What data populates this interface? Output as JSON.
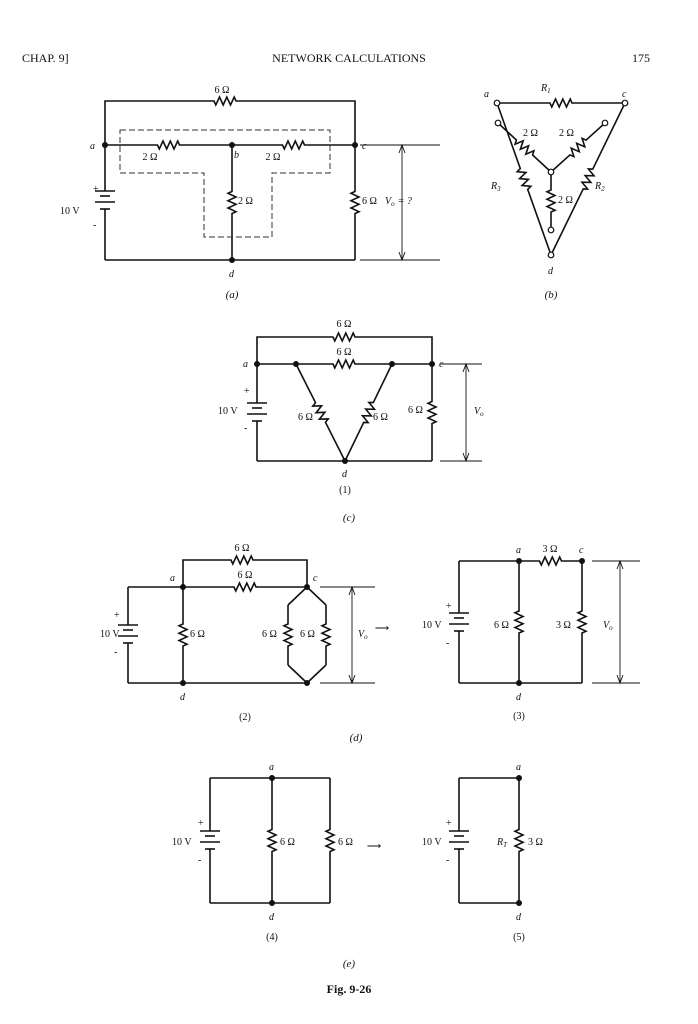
{
  "header": {
    "chapter": "CHAP. 9]",
    "title": "NETWORK CALCULATIONS",
    "page": "175"
  },
  "fig_a": {
    "r_top": "6 Ω",
    "r_ab": "2 Ω",
    "r_bc": "2 Ω",
    "r_bd": "2 Ω",
    "r_cd": "6 Ω",
    "source": "10 V",
    "plus": "+",
    "minus": "-",
    "vo": "V",
    "vo_sub": "o",
    "vo_eq": "= ?",
    "node_a": "a",
    "node_b": "b",
    "node_c": "c",
    "node_d": "d",
    "caption": "(a)"
  },
  "fig_b": {
    "r1": "R",
    "r1_sub": "1",
    "r2": "R",
    "r2_sub": "2",
    "r3": "R",
    "r3_sub": "3",
    "star1": "2 Ω",
    "star2": "2 Ω",
    "star3": "2 Ω",
    "node_a": "a",
    "node_c": "c",
    "node_d": "d",
    "caption": "(b)"
  },
  "fig_c": {
    "r_top": "6 Ω",
    "r_mid": "6 Ω",
    "r_left_diag": "6 Ω",
    "r_right_diag": "6 Ω",
    "r_cd": "6 Ω",
    "source": "10 V",
    "plus": "+",
    "minus": "-",
    "vo": "V",
    "vo_sub": "o",
    "node_a": "a",
    "node_c": "c",
    "node_d": "d",
    "sub_caption": "(1)",
    "caption": "(c)"
  },
  "fig_d": {
    "step2": {
      "r_top": "6 Ω",
      "r_mid": "6 Ω",
      "r_ad": "6 Ω",
      "r_par1": "6 Ω",
      "r_par2": "6 Ω",
      "source": "10 V",
      "plus": "+",
      "minus": "-",
      "vo": "V",
      "vo_sub": "o",
      "node_a": "a",
      "node_c": "c",
      "node_d": "d",
      "sub_caption": "(2)"
    },
    "step3": {
      "r_ac": "3 Ω",
      "r_ad": "6 Ω",
      "r_cd": "3 Ω",
      "source": "10 V",
      "plus": "+",
      "minus": "-",
      "vo": "V",
      "vo_sub": "o",
      "node_a": "a",
      "node_c": "c",
      "node_d": "d",
      "sub_caption": "(3)"
    },
    "arrow": "⟶",
    "caption": "(d)"
  },
  "fig_e": {
    "step4": {
      "r1": "6 Ω",
      "r2": "6 Ω",
      "source": "10 V",
      "plus": "+",
      "minus": "-",
      "node_a": "a",
      "node_d": "d",
      "sub_caption": "(4)"
    },
    "step5": {
      "rt": "R",
      "rt_sub": "T",
      "r": "3 Ω",
      "source": "10 V",
      "plus": "+",
      "minus": "-",
      "node_a": "a",
      "node_d": "d",
      "sub_caption": "(5)"
    },
    "arrow": "⟶",
    "caption": "(e)"
  },
  "figure_label": "Fig. 9-26"
}
